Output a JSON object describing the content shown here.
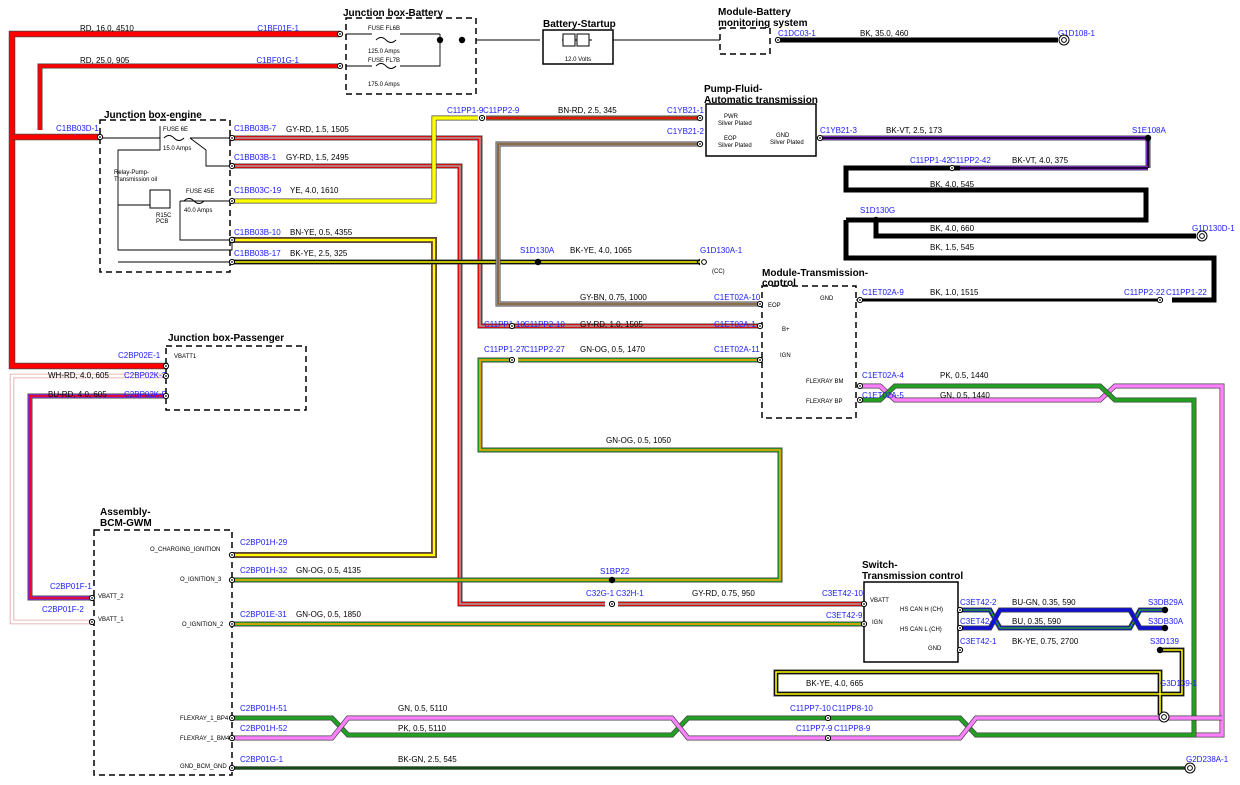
{
  "colors": {
    "RD": "#ff0000",
    "BK": "#000000",
    "YE": "#ffff00",
    "GN": "#22a022",
    "PK": "#ff80ff",
    "BU": "#1010d0",
    "GY": "#a0a0a0",
    "BN": "#8b5a2b",
    "OG": "#ffa500",
    "VT": "#8a2be2",
    "WH": "#ffffff",
    "label_blue": "#1a1aff"
  },
  "components": {
    "jb_battery": "Junction box-Battery",
    "battery_startup": "Battery-Startup",
    "battery_volts": "12.0 Volts",
    "bms_line1": "Module-Battery",
    "bms_line2": "monitoring system",
    "pump_line1": "Pump-Fluid-",
    "pump_line2": "Automatic transmission",
    "jb_engine": "Junction box-engine",
    "relay_line1": "Relay-Pump-",
    "relay_line2": "Transmission oil",
    "relay_code1": "R15C",
    "relay_code2": "PCB",
    "tcm_line1": "Module-Transmission-",
    "tcm_line2": "control",
    "jb_passenger": "Junction box-Passenger",
    "bcm_line1": "Assembly-",
    "bcm_line2": "BCM-GWM",
    "sw_line1": "Switch-",
    "sw_line2": "Transmission control"
  },
  "fuses": [
    {
      "name": "FUSE FL6B",
      "rating": "125.0 Amps"
    },
    {
      "name": "FUSE FL7B",
      "rating": "175.0 Amps"
    },
    {
      "name": "FUSE 6E",
      "rating": "15.0 Amps"
    },
    {
      "name": "FUSE 45E",
      "rating": "40.0 Amps"
    }
  ],
  "pins": {
    "pump_pwr": "PWR",
    "pump_eop": "EOP",
    "pump_gnd": "GND",
    "silver": "Silver Plated",
    "tcm_gnd": "GND",
    "tcm_eop": "EOP",
    "tcm_bplus": "B+",
    "tcm_ign": "IGN",
    "tcm_frbm": "FLEXRAY BM",
    "tcm_frbp": "FLEXRAY BP",
    "jbp_vbatt1": "VBATT1",
    "bcm_charging": "O_CHARGING_IGNITION",
    "bcm_ign3": "O_IGNITION_3",
    "bcm_vbatt2": "VBATT_2",
    "bcm_vbatt1": "VBATT_1",
    "bcm_ign2": "O_IGNITION_2",
    "bcm_bp4": "FLEXRAY_1_BP4",
    "bcm_bm4": "FLEXRAY_1_BM4",
    "bcm_gnd": "GND_BCM_GND",
    "sw_vbatt": "VBATT",
    "sw_ign": "IGN",
    "sw_canh": "HS CAN H (CH)",
    "sw_canl": "HS CAN L (CH)",
    "sw_gnd": "GND",
    "cc": "(CC)"
  },
  "connectors": {
    "c_bf01e1": "C1BF01E-1",
    "c_bf01g1": "C1BF01G-1",
    "c_dc031": "C1DC03-1",
    "g_1d108": "G1D108-1",
    "c_bb03d1": "C1BB03D-1",
    "c_bb03b7": "C1BB03B-7",
    "c_bb03b1": "C1BB03B-1",
    "c_bb03c19": "C1BB03C-19",
    "c_bb03b10": "C1BB03B-10",
    "c_bb03b17": "C1BB03B-17",
    "c_pp19": "C11PP1-9",
    "c_pp29": "C11PP2-9",
    "c_yb211": "C1YB21-1",
    "c_yb212": "C1YB21-2",
    "c_yb213": "C1YB21-3",
    "s_1e108a": "S1E108A",
    "c_pp142": "C11PP1-42",
    "c_pp242": "C11PP2-42",
    "s_1d130g": "S1D130G",
    "g_1d130d": "G1D130D-1",
    "s_1d130a": "S1D130A",
    "g_1d130a": "G1D130A-1",
    "c_et02a9": "C1ET02A-9",
    "c_pp222": "C11PP2-22",
    "c_pp122": "C11PP1-22",
    "c_et02a10": "C1ET02A-10",
    "c_pp110": "C11PP1-10",
    "c_pp210": "C11PP2-10",
    "c_et02a1": "C1ET02A-1",
    "c_pp127": "C11PP1-27",
    "c_pp227": "C11PP2-27",
    "c_et02a11": "C1ET02A-11",
    "c_et02a4": "C1ET02A-4",
    "c_et02a5": "C1ET02A-5",
    "c_2bp02e1": "C2BP02E-1",
    "c_2bp02k3": "C2BP02K-3",
    "c_2bp02k5": "C2BP02K-5",
    "c_2bp01h29": "C2BP01H-29",
    "c_2bp01h32": "C2BP01H-32",
    "s_1bp22": "S1BP22",
    "c_2bp01f1": "C2BP01F-1",
    "c_2bp01f2": "C2BP01F-2",
    "c_32g1": "C32G-1",
    "c_32h1": "C32H-1",
    "c_3et4210": "C3ET42-10",
    "c_2bp01e31": "C2BP01E-31",
    "c_3et429": "C3ET42-9",
    "c_3et422": "C3ET42-2",
    "c_3et423": "C3ET42-3",
    "c_3et421": "C3ET42-1",
    "s_3db29a": "S3DB29A",
    "s_3db30a": "S3DB30A",
    "s_3d139": "S3D139",
    "g_3d139": "G3D139-1",
    "c_2bp01h51": "C2BP01H-51",
    "c_2bp01h52": "C2BP01H-52",
    "c_pp710": "C11PP7-10",
    "c_pp810": "C11PP8-10",
    "c_pp79": "C11PP7-9",
    "c_pp89": "C11PP8-9",
    "c_2bp01g1": "C2BP01G-1",
    "g_2d238a": "G2D238A-1"
  },
  "wires": {
    "w_rd16": "RD, 16.0, 4510",
    "w_rd25": "RD, 25.0, 905",
    "w_bk35": "BK, 35.0, 460",
    "w_bnrd": "BN-RD, 2.5, 345",
    "w_gyrd1505": "GY-RD, 1.5, 1505",
    "w_gyrd2495": "GY-RD, 1.5, 2495",
    "w_ye": "YE, 4.0, 1610",
    "w_bnye": "BN-YE, 0.5, 4355",
    "w_bkye325": "BK-YE, 2.5, 325",
    "w_bkye1065": "BK-YE, 4.0, 1065",
    "w_bkvt173": "BK-VT, 2.5, 173",
    "w_bkvt375": "BK-VT, 4.0, 375",
    "w_bk545a": "BK, 4.0, 545",
    "w_bk660": "BK, 4.0, 660",
    "w_bk545b": "BK, 1.5, 545",
    "w_bk1515": "BK, 1.0, 1515",
    "w_gybn": "GY-BN, 0.75, 1000",
    "w_gyrd1505b": "GY-RD, 1.0, 1505",
    "w_gnog1470": "GN-OG, 0.5, 1470",
    "w_pk1440": "PK, 0.5, 1440",
    "w_gn1440": "GN, 0.5, 1440",
    "w_whrd": "WH-RD, 4.0, 605",
    "w_burd": "BU-RD, 4.0, 605",
    "w_gnog1050": "GN-OG, 0.5, 1050",
    "w_gnog4135": "GN-OG, 0.5, 4135",
    "w_gyrd950": "GY-RD, 0.75, 950",
    "w_gnog1850": "GN-OG, 0.5, 1850",
    "w_bugn": "BU-GN, 0.35, 590",
    "w_bu": "BU, 0.35, 590",
    "w_bkye2700": "BK-YE, 0.75, 2700",
    "w_bkye665": "BK-YE, 4.0, 665",
    "w_gn5110": "GN, 0.5, 5110",
    "w_pk5110": "PK, 0.5, 5110",
    "w_bkgn": "BK-GN, 2.5, 545"
  }
}
